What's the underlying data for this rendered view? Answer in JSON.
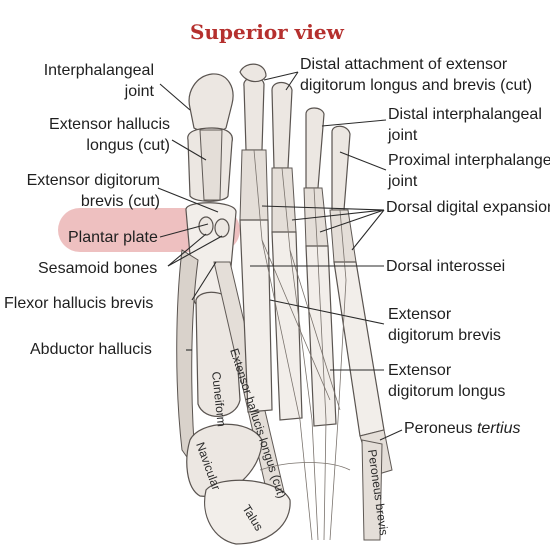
{
  "title": "Superior view",
  "labels": {
    "interphalangeal_joint": [
      "Interphalangeal",
      "joint"
    ],
    "extensor_hallucis_longus_cut": [
      "Extensor hallucis",
      "longus (cut)"
    ],
    "extensor_digitorum_brevis_cut": [
      "Extensor digitorum",
      "brevis (cut)"
    ],
    "plantar_plate": "Plantar plate",
    "sesamoid_bones": "Sesamoid bones",
    "flexor_hallucis_brevis": "Flexor hallucis brevis",
    "abductor_hallucis": "Abductor hallucis",
    "distal_attachment": [
      "Distal attachment of extensor",
      "digitorum longus and brevis (cut)"
    ],
    "distal_interphalangeal_joint": [
      "Distal interphalangeal",
      "joint"
    ],
    "proximal_interphalangeal_joint": [
      "Proximal interphalangeal",
      "joint"
    ],
    "dorsal_digital_expansion": "Dorsal digital expansion",
    "dorsal_interossei": "Dorsal interossei",
    "extensor_digitorum_brevis": [
      "Extensor",
      "digitorum brevis"
    ],
    "extensor_digitorum_longus": [
      "Extensor",
      "digitorum longus"
    ],
    "peroneus_tertius": [
      "Peroneus ",
      "tertius"
    ]
  },
  "bone_labels": {
    "cuneiform": "Cuneiform",
    "navicular": "Navicular",
    "talus": "Talus",
    "extensor_hallucis_longus_cut": "Extensor hallucis longus (cut)",
    "peroneus_brevis": "Peroneus brevis"
  },
  "highlight_color": "#e08c8c",
  "title_color": "#b5302e"
}
